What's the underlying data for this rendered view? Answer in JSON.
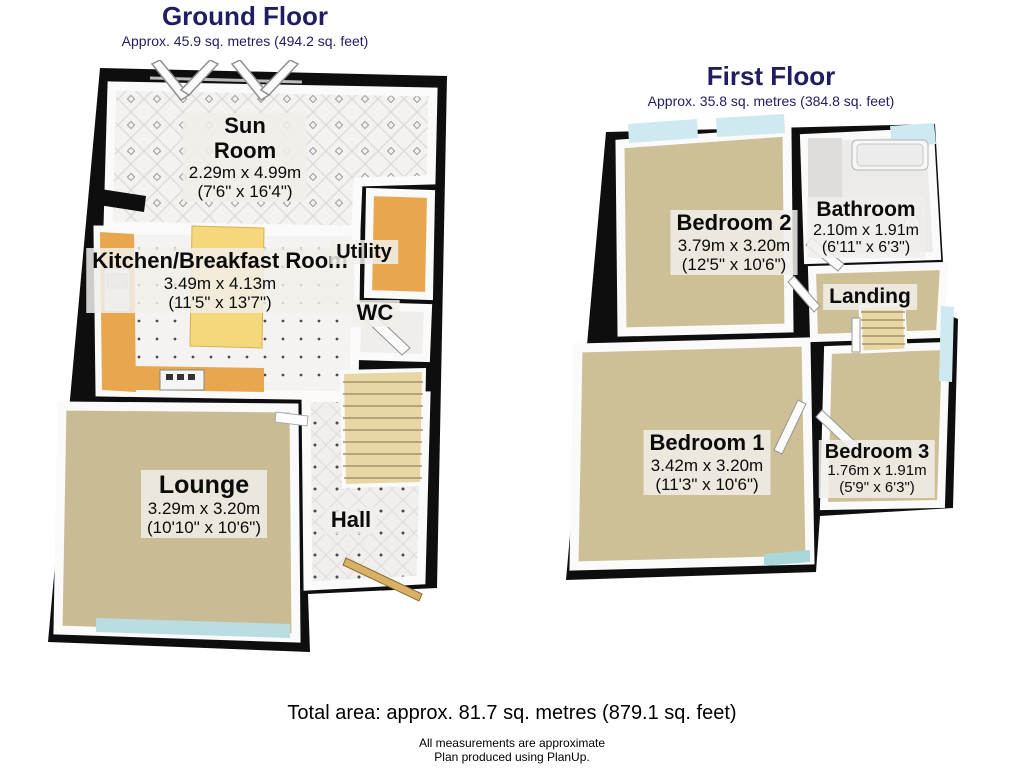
{
  "ground_floor": {
    "title": "Ground Floor",
    "subtitle": "Approx. 45.9 sq. metres (494.2 sq. feet)",
    "rooms": {
      "sun_room": {
        "name": "Sun Room",
        "dims_m": "2.29m x 4.99m",
        "dims_ft": "(7'6\" x 16'4\")"
      },
      "kitchen": {
        "name": "Kitchen/Breakfast Room",
        "dims_m": "3.49m x 4.13m",
        "dims_ft": "(11'5\" x 13'7\")"
      },
      "utility": {
        "name": "Utility"
      },
      "wc": {
        "name": "WC"
      },
      "lounge": {
        "name": "Lounge",
        "dims_m": "3.29m x 3.20m",
        "dims_ft": "(10'10\" x 10'6\")"
      },
      "hall": {
        "name": "Hall"
      }
    }
  },
  "first_floor": {
    "title": "First Floor",
    "subtitle": "Approx. 35.8 sq. metres (384.8 sq. feet)",
    "rooms": {
      "bedroom2": {
        "name": "Bedroom 2",
        "dims_m": "3.79m x 3.20m",
        "dims_ft": "(12'5\" x 10'6\")"
      },
      "bathroom": {
        "name": "Bathroom",
        "dims_m": "2.10m x 1.91m",
        "dims_ft": "(6'11\" x 6'3\")"
      },
      "landing": {
        "name": "Landing"
      },
      "bedroom1": {
        "name": "Bedroom 1",
        "dims_m": "3.42m x 3.20m",
        "dims_ft": "(11'3\" x 10'6\")"
      },
      "bedroom3": {
        "name": "Bedroom 3",
        "dims_m": "1.76m x 1.91m",
        "dims_ft": "(5'9\" x 6'3\")"
      }
    }
  },
  "footer": {
    "total_area": "Total area: approx. 81.7 sq. metres (879.1 sq. feet)",
    "disclaimer": "All measurements are approximate",
    "credit": "Plan produced using PlanUp."
  },
  "colors": {
    "title_navy": "#201d63",
    "wall_black": "#0e0e0e",
    "carpet_tan": "#c9bc94",
    "counter_orange": "#e8a74e",
    "island_yellow": "#f6d87c",
    "stairs_tan": "#e9d6a5",
    "window_glass": "#cfe9f0",
    "bay_glass": "#b9dde0",
    "label_bg": "#f1efea"
  }
}
